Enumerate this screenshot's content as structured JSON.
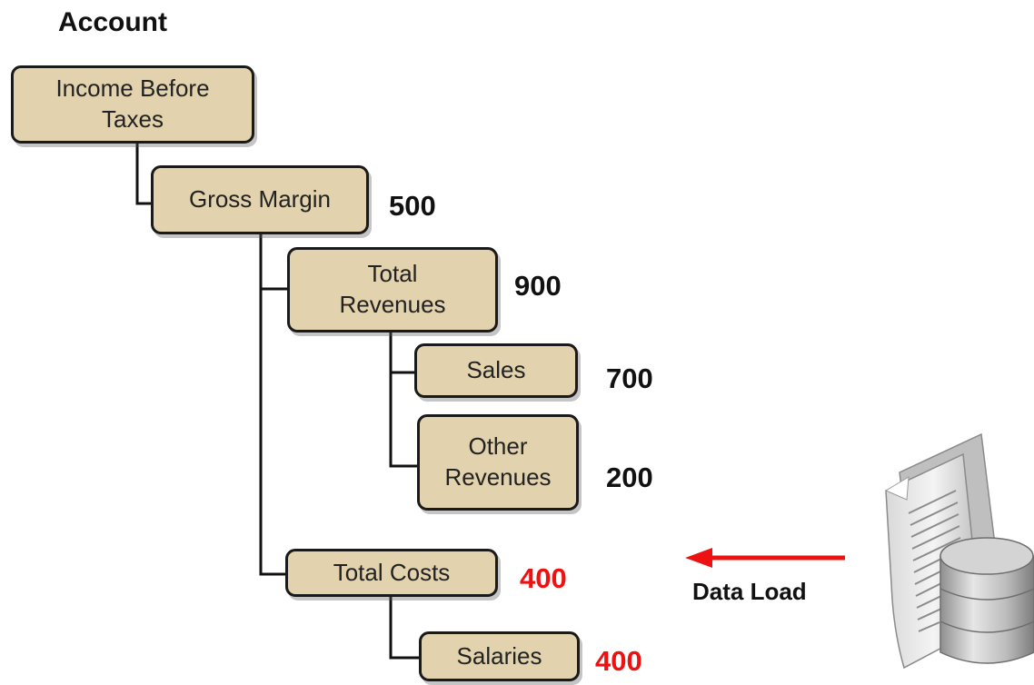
{
  "diagram": {
    "title": "Account",
    "nodes": [
      {
        "id": "income-before-taxes",
        "label": "Income Before\nTaxes",
        "value": ""
      },
      {
        "id": "gross-margin",
        "label": "Gross Margin",
        "value": "500"
      },
      {
        "id": "total-revenues",
        "label": "Total\nRevenues",
        "value": "900"
      },
      {
        "id": "sales",
        "label": "Sales",
        "value": "700"
      },
      {
        "id": "other-revenues",
        "label": "Other\nRevenues",
        "value": "200"
      },
      {
        "id": "total-costs",
        "label": "Total Costs",
        "value": "400"
      },
      {
        "id": "salaries",
        "label": "Salaries",
        "value": "400"
      }
    ],
    "data_load_label": "Data Load",
    "colors": {
      "node_fill": "#e2d2ad",
      "node_border": "#1a1a1a",
      "loaded_value": "#ee1111",
      "arrow": "#ee1111"
    },
    "icons": {
      "source": "document-database-icon"
    }
  }
}
